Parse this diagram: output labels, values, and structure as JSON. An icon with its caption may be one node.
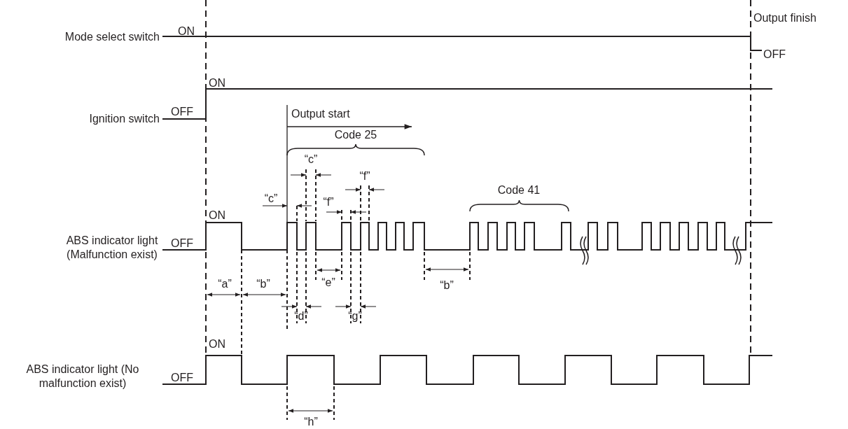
{
  "diagram": {
    "labels": [
      "Output finish",
      "Mode select switch",
      "ON",
      "OFF",
      "ON",
      "Ignition switch",
      "OFF",
      "Output start",
      "Code 25",
      "“c”",
      "“f”",
      "“c”",
      "“f”",
      "Code 41",
      "ON",
      "ABS indicator light (Malfunction exist)",
      "OFF",
      "“a”",
      "“b”",
      "“e”",
      "“b”",
      "“d”",
      "“g”",
      "ON",
      "ABS indicator light (No malfunction exist)",
      "OFF",
      "“h”"
    ]
  }
}
